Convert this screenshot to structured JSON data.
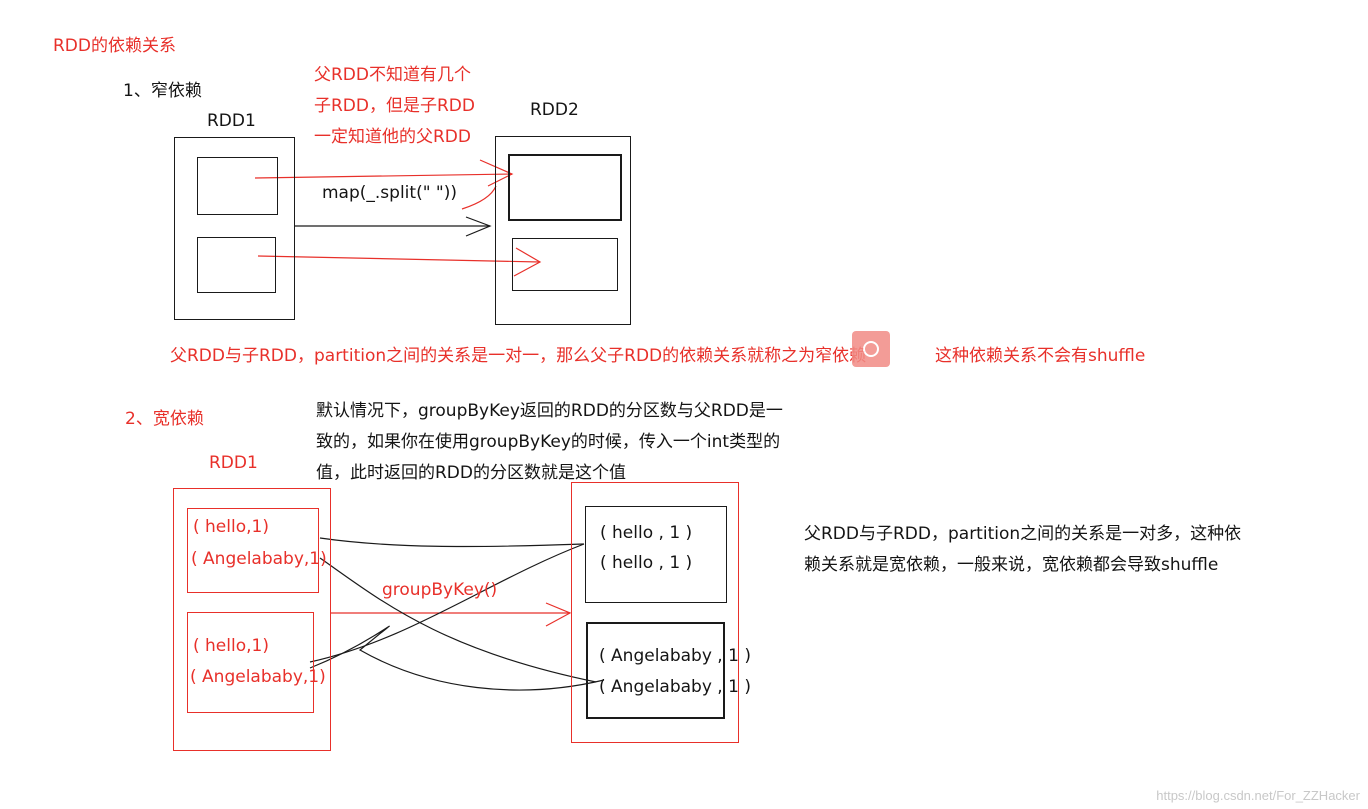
{
  "title": "RDD的依赖关系",
  "narrow": {
    "heading": "1、窄依赖",
    "rdd1": "RDD1",
    "rdd2": "RDD2",
    "note_lines": [
      "父RDD不知道有几个",
      "子RDD，但是子RDD",
      "一定知道他的父RDD"
    ],
    "op": "map(_.split(\" \"))",
    "summary": "父RDD与子RDD，partition之间的关系是一对一，那么父子RDD的依赖关系就称之为窄依赖",
    "no_shuffle": "这种依赖关系不会有shuffle"
  },
  "wide": {
    "heading": "2、宽依赖",
    "rdd1": "RDD1",
    "note_lines": [
      "默认情况下，groupByKey返回的RDD的分区数与父RDD是一",
      "致的，如果你在使用groupByKey的时候，传入一个int类型的",
      "值，此时返回的RDD的分区数就是这个值"
    ],
    "op": "groupByKey()",
    "parent_p1": [
      "( hello,1)",
      "( Angelababy,1)"
    ],
    "parent_p2": [
      "( hello,1)",
      "( Angelababy,1)"
    ],
    "child_p1": [
      "( hello , 1 )",
      "( hello , 1 )"
    ],
    "child_p2": [
      "( Angelababy , 1 )",
      "( Angelababy , 1 )"
    ],
    "summary_lines": [
      "父RDD与子RDD，partition之间的关系是一对多，这种依",
      "赖关系就是宽依赖，一般来说，宽依赖都会导致shuffle"
    ]
  },
  "watermark": "https://blog.csdn.net/For_ZZHacker",
  "colors": {
    "accent": "#e8302a",
    "ink": "#141414"
  }
}
